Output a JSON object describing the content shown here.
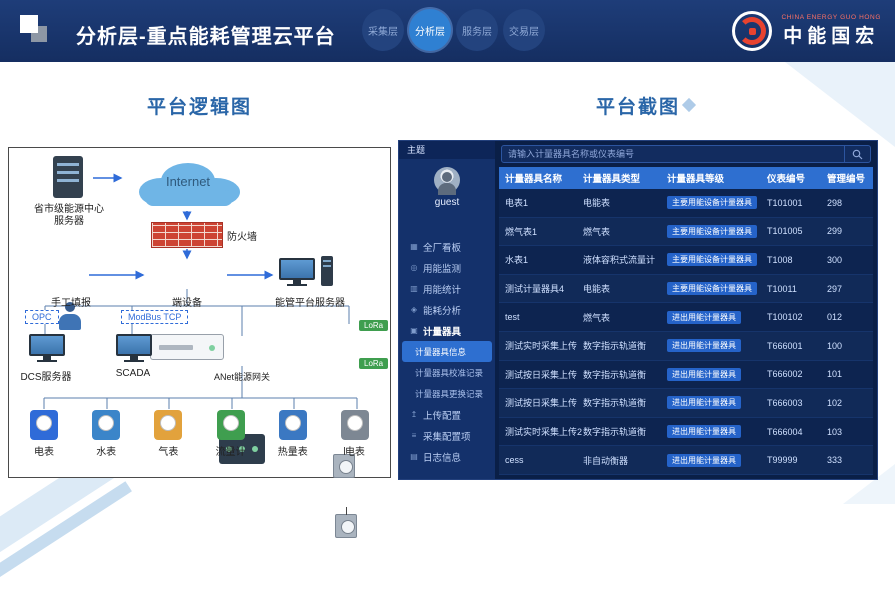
{
  "header": {
    "title": "分析层-重点能耗管理云平台",
    "nav": [
      {
        "label": "采集层",
        "active": false
      },
      {
        "label": "分析层",
        "active": true
      },
      {
        "label": "服务层",
        "active": false
      },
      {
        "label": "交易层",
        "active": false
      }
    ],
    "brand": {
      "name_cn": "中能国宏",
      "name_en": "CHINA ENERGY GUO HONG"
    }
  },
  "sections": {
    "left_title": "平台逻辑图",
    "right_title": "平台截图"
  },
  "diagram": {
    "labels": {
      "center_server_line1": "省市级能源中心",
      "center_server_line2": "服务器",
      "internet": "Internet",
      "firewall": "防火墙",
      "manual_entry": "手工填报",
      "edge_device": "端设备",
      "platform_server": "能管平台服务器",
      "dcs": "DCS服务器",
      "scada": "SCADA",
      "gateway": "ANet能源网关"
    },
    "protocols": {
      "opc": "OPC",
      "modbus": "ModBus TCP",
      "lora": "LoRa"
    },
    "meters": [
      {
        "label": "电表",
        "color": "#2f6bd8"
      },
      {
        "label": "水表",
        "color": "#3b85c9"
      },
      {
        "label": "气表",
        "color": "#e2a23c"
      },
      {
        "label": "流量计",
        "color": "#3f9e4f"
      },
      {
        "label": "热量表",
        "color": "#3b78c2"
      },
      {
        "label": "电表",
        "color": "#7d8793"
      }
    ]
  },
  "screenshot": {
    "sidebar": {
      "theme_label": "主题",
      "username": "guest",
      "items": [
        {
          "label": "全厂看板",
          "icon": "dashboard"
        },
        {
          "label": "用能监测",
          "icon": "energy-monitor"
        },
        {
          "label": "用能统计",
          "icon": "energy-stats"
        },
        {
          "label": "能耗分析",
          "icon": "consumption-analysis"
        },
        {
          "label": "计量器具",
          "icon": "metering-device",
          "active": true
        },
        {
          "label": "计量器具信息",
          "sub": true,
          "selected": true
        },
        {
          "label": "计量器具校准记录",
          "sub": true
        },
        {
          "label": "计量器具更换记录",
          "sub": true
        },
        {
          "label": "上传配置",
          "icon": "upload-config"
        },
        {
          "label": "采集配置项",
          "icon": "collect-config"
        },
        {
          "label": "日志信息",
          "icon": "log-info"
        }
      ]
    },
    "search": {
      "placeholder": "请输入计量器具名称或仪表编号"
    },
    "table": {
      "headers": [
        "计量器具名称",
        "计量器具类型",
        "计量器具等级",
        "仪表编号",
        "管理编号"
      ],
      "rows": [
        [
          "电表1",
          "电能表",
          "主要用能设备计量器具",
          "T101001",
          "298"
        ],
        [
          "燃气表1",
          "燃气表",
          "主要用能设备计量器具",
          "T101005",
          "299"
        ],
        [
          "水表1",
          "液体容积式流量计",
          "主要用能设备计量器具",
          "T1008",
          "300"
        ],
        [
          "测试计量器具4",
          "电能表",
          "主要用能设备计量器具",
          "T10011",
          "297"
        ],
        [
          "test",
          "燃气表",
          "进出用能计量器具",
          "T100102",
          "012"
        ],
        [
          "测试实时采集上传",
          "数字指示轨道衡",
          "进出用能计量器具",
          "T666001",
          "100"
        ],
        [
          "测试按日采集上传",
          "数字指示轨道衡",
          "进出用能计量器具",
          "T666002",
          "101"
        ],
        [
          "测试按日采集上传",
          "数字指示轨道衡",
          "进出用能计量器具",
          "T666003",
          "102"
        ],
        [
          "测试实时采集上传2",
          "数字指示轨道衡",
          "进出用能计量器具",
          "T666004",
          "103"
        ],
        [
          "cess",
          "非自动衡器",
          "进出用能计量器具",
          "T99999",
          "333"
        ]
      ]
    }
  }
}
